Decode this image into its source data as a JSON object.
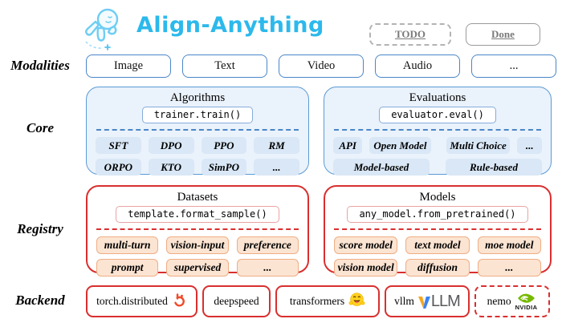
{
  "header": {
    "title": "Align-Anything",
    "todo_label": "TODO",
    "done_label": "Done"
  },
  "row_labels": {
    "modalities": "Modalities",
    "core": "Core",
    "registry": "Registry",
    "backend": "Backend"
  },
  "modalities": [
    "Image",
    "Text",
    "Video",
    "Audio",
    "..."
  ],
  "core": {
    "algorithms": {
      "title": "Algorithms",
      "code": "trainer.train()",
      "chips": [
        [
          "SFT",
          "DPO",
          "PPO",
          "RM"
        ],
        [
          "ORPO",
          "KTO",
          "SimPO",
          "..."
        ]
      ]
    },
    "evaluations": {
      "title": "Evaluations",
      "code": "evaluator.eval()",
      "chips": [
        [
          "API",
          "Open Model",
          "Multi Choice",
          "..."
        ],
        [
          "Model-based",
          "Rule-based"
        ]
      ]
    }
  },
  "registry": {
    "datasets": {
      "title": "Datasets",
      "code": "template.format_sample()",
      "chips": [
        [
          "multi-turn",
          "vision-input",
          "preference"
        ],
        [
          "prompt",
          "supervised",
          "..."
        ]
      ]
    },
    "models": {
      "title": "Models",
      "code": "any_model.from_pretrained()",
      "chips": [
        [
          "score model",
          "text model",
          "moe model"
        ],
        [
          "vision model",
          "diffusion",
          "..."
        ]
      ]
    }
  },
  "backend": {
    "items": [
      {
        "label": "torch.distributed",
        "icon": "pytorch-icon"
      },
      {
        "label": "deepspeed",
        "icon": null
      },
      {
        "label": "transformers",
        "icon": "huggingface-icon"
      },
      {
        "label": "vllm",
        "icon": "vllm-icon",
        "logo_text": "LLM"
      },
      {
        "label": "nemo",
        "icon": "nvidia-icon",
        "logo_text": "NVIDIA"
      }
    ]
  },
  "colors": {
    "title_blue": "#2cb9ec",
    "modality_border": "#4a86c8",
    "core_fill": "#eaf2fb",
    "core_border": "#5b9bd5",
    "registry_red": "#d92f2f",
    "chip_blue": "#d9e7f6",
    "chip_peach_fill": "#fce4d2",
    "chip_peach_border": "#efae85",
    "pytorch_orange": "#ee4c2c",
    "hf_yellow": "#ffd21e",
    "vllm_blue": "#3b82f6",
    "vllm_yellow": "#f5a623",
    "nvidia_green": "#76b900",
    "legend_gray": "#7a7a7a"
  }
}
